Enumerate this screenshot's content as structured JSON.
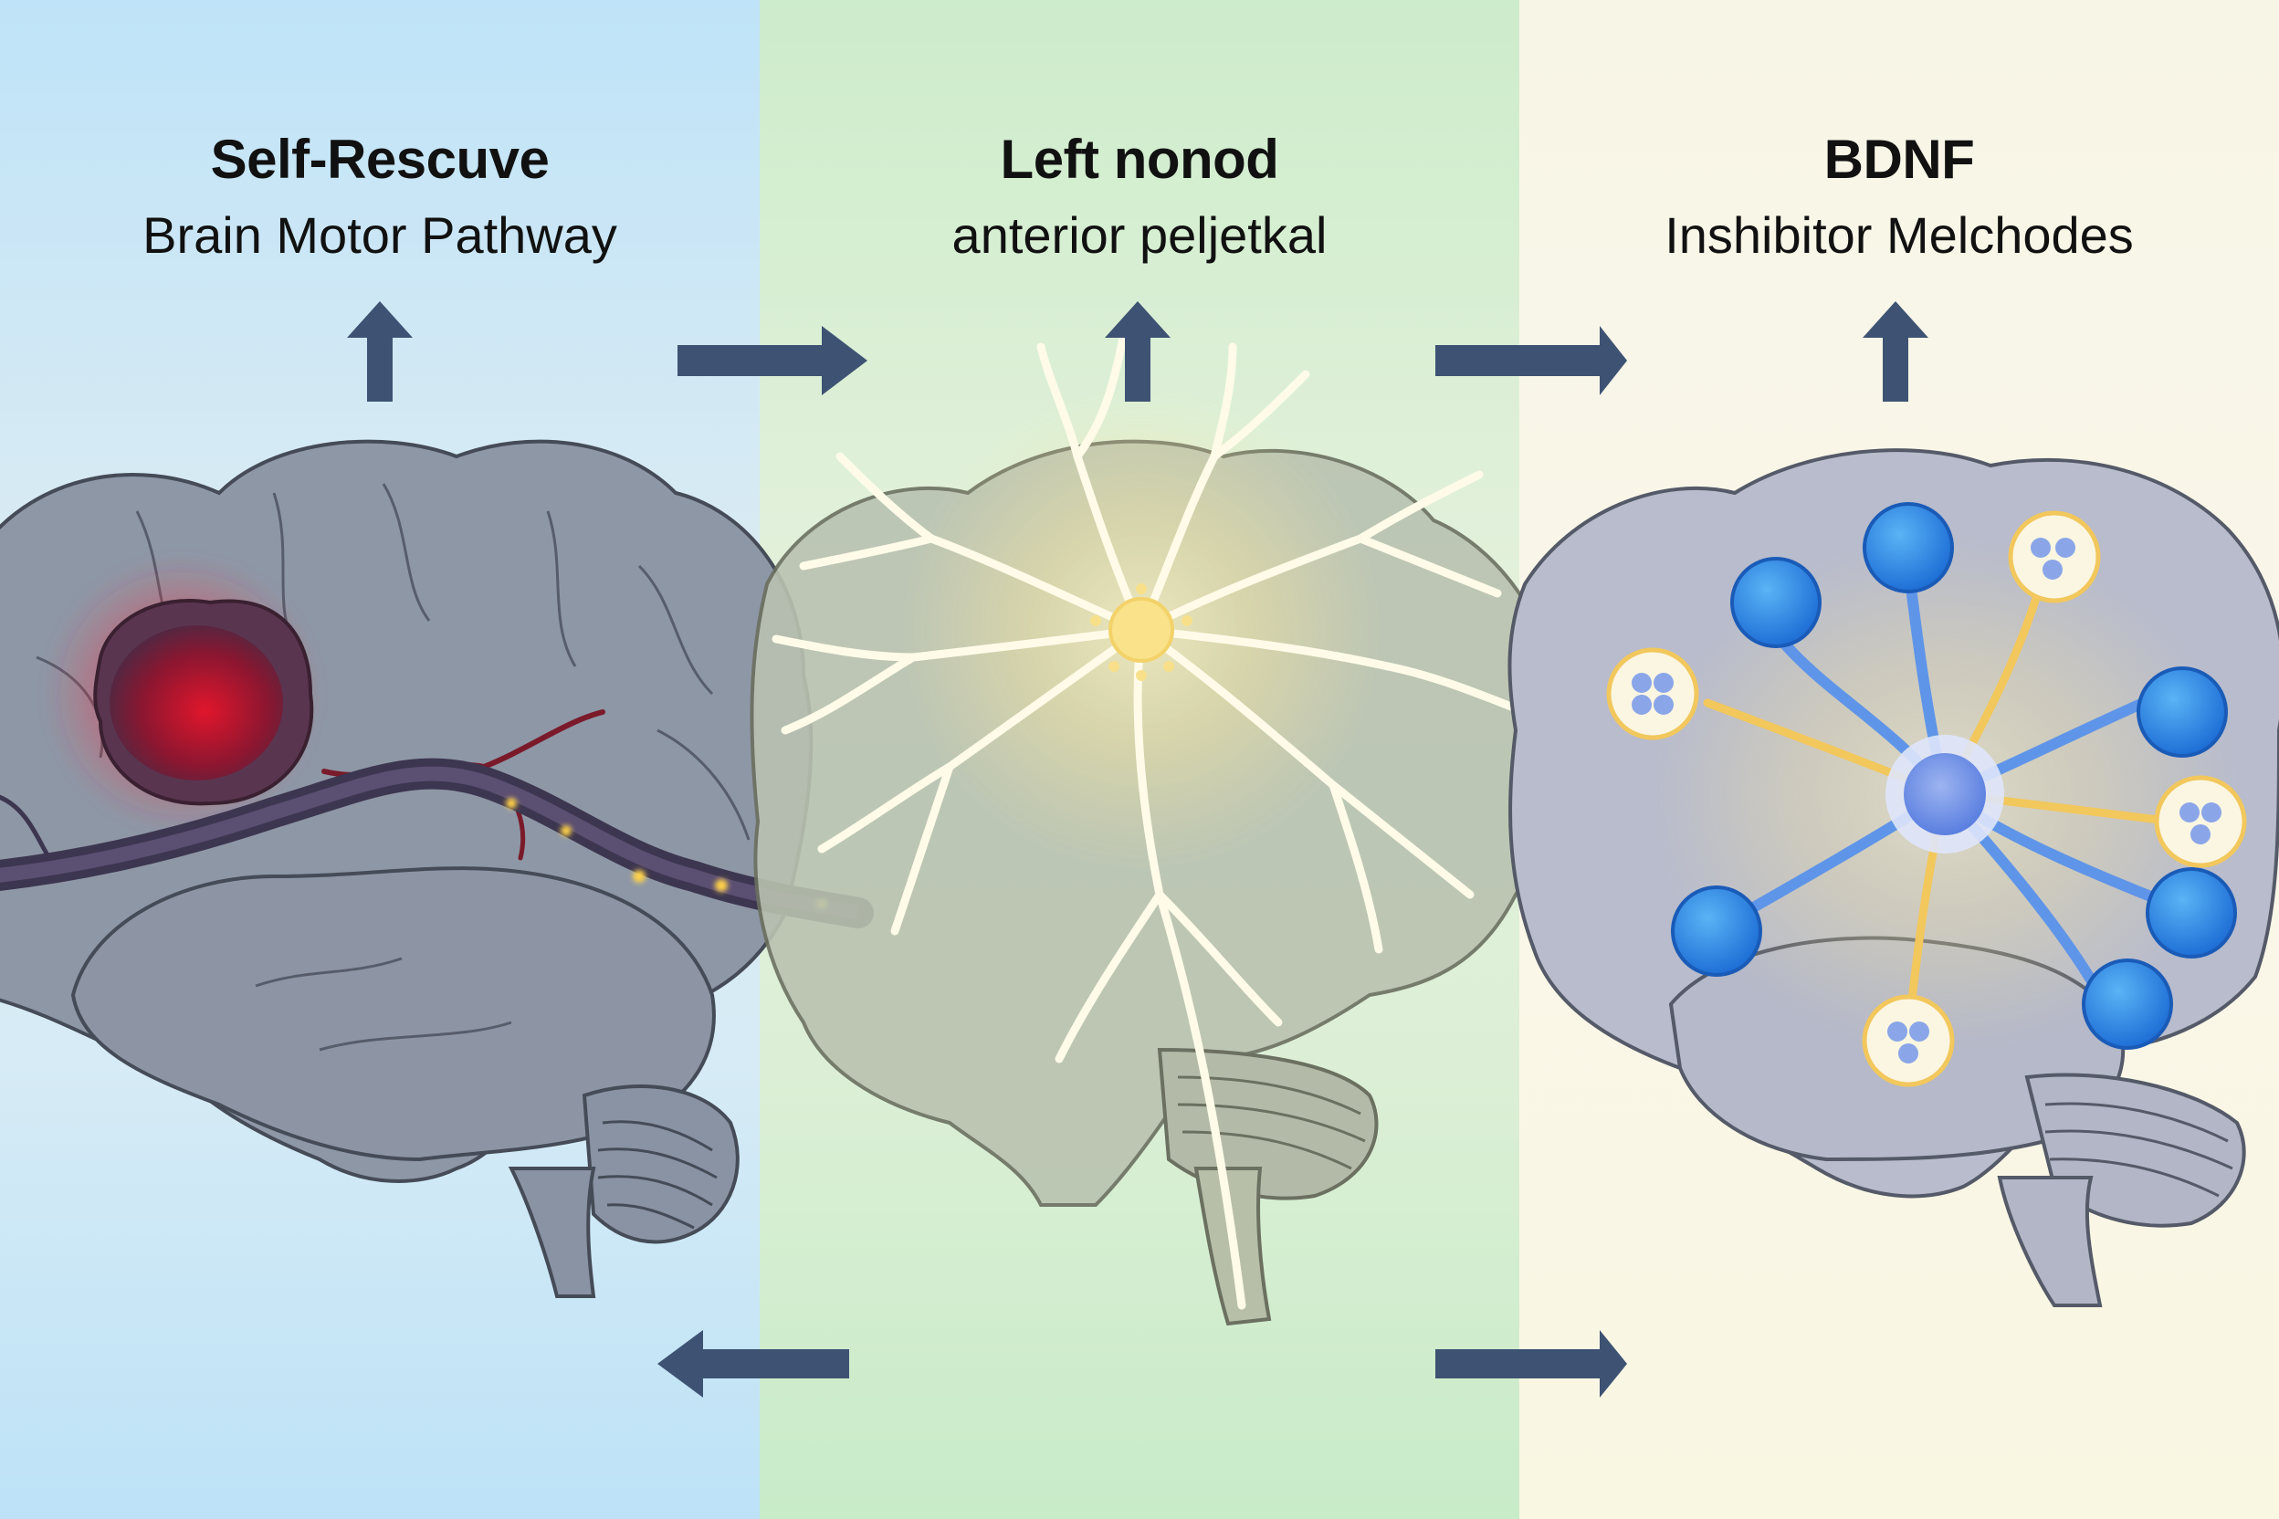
{
  "diagram": {
    "panels": [
      {
        "title": "Self-Rescuve",
        "subtitle": "Brain Motor Pathway",
        "background": "#c6e6f7",
        "illustration": "brain-with-lesion-and-damaged-tract"
      },
      {
        "title": "Left nonod",
        "subtitle": "anterior peljetkal",
        "background": "#d6eed2",
        "illustration": "brain-with-glowing-neuron-dendrites"
      },
      {
        "title": "BDNF",
        "subtitle": "Inshibitor Melchodes",
        "background": "#f8f6e6",
        "illustration": "brain-with-neuron-and-vesicle-terminals"
      }
    ],
    "arrows": [
      {
        "id": "up-1",
        "direction": "up"
      },
      {
        "id": "up-2",
        "direction": "up"
      },
      {
        "id": "up-3",
        "direction": "up"
      },
      {
        "id": "right-top-1",
        "direction": "right"
      },
      {
        "id": "right-top-2",
        "direction": "right"
      },
      {
        "id": "left-bottom",
        "direction": "left"
      },
      {
        "id": "right-bottom",
        "direction": "right"
      }
    ],
    "colors": {
      "arrow": "#3e5373",
      "brain_fill": "#8e97a6",
      "brain_outline": "#4a4f5c",
      "lesion": "#c0182e",
      "tract": "#3d3650",
      "glow": "#f5d97a",
      "neuron_blue": "#2f86e0",
      "vesicle_gold": "#f2c75c"
    }
  }
}
